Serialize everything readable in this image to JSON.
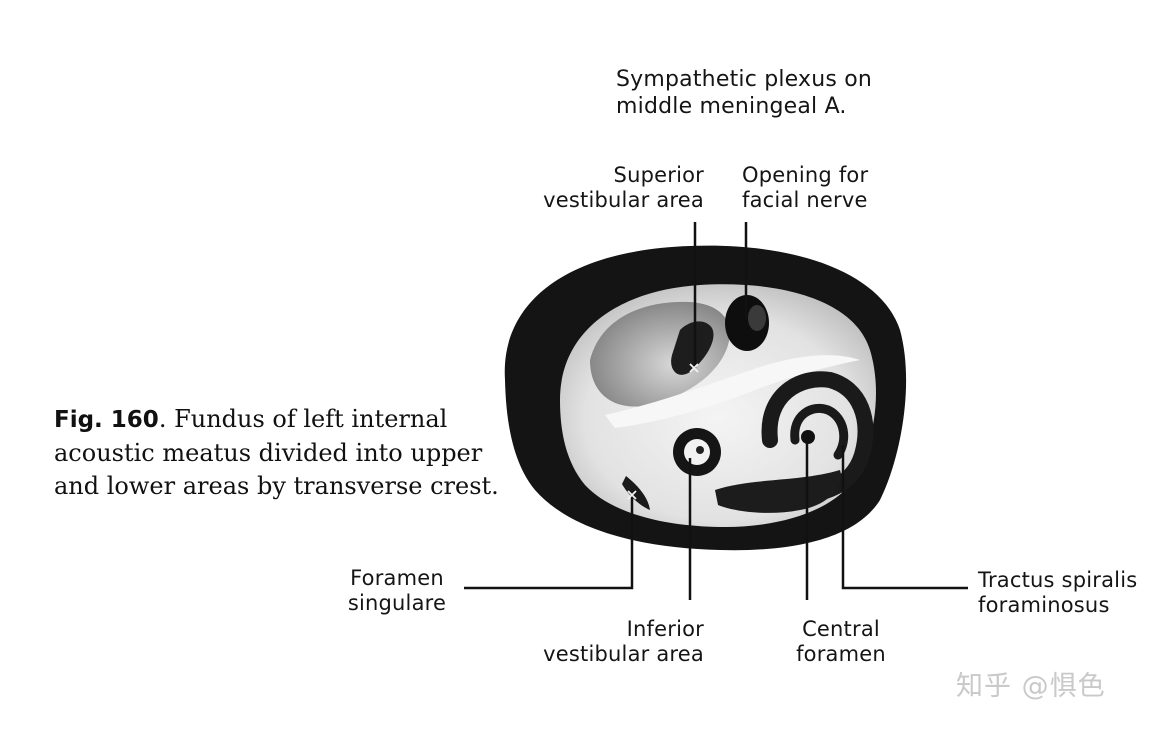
{
  "labels": {
    "sympathetic": [
      "Sympathetic plexus on",
      "middle meningeal A."
    ],
    "superior_vestibular": [
      "Superior",
      "vestibular area"
    ],
    "facial_nerve": [
      "Opening for",
      "facial nerve"
    ],
    "foramen_singulare": [
      "Foramen",
      "singulare"
    ],
    "inferior_vestibular": [
      "Inferior",
      "vestibular area"
    ],
    "central_foramen": [
      "Central",
      "foramen"
    ],
    "tractus_spiralis": [
      "Tractus spiralis",
      "foraminosus"
    ]
  },
  "caption": {
    "figure_number": "Fig. 160",
    "line1": ". Fundus of left internal",
    "line2": "acoustic meatus divided into upper",
    "line3": "and lower areas by transverse crest."
  },
  "watermark": "知乎 @惧色",
  "colors": {
    "ink": "#111111",
    "background": "#ffffff",
    "watermark": "#c9c9c9"
  }
}
